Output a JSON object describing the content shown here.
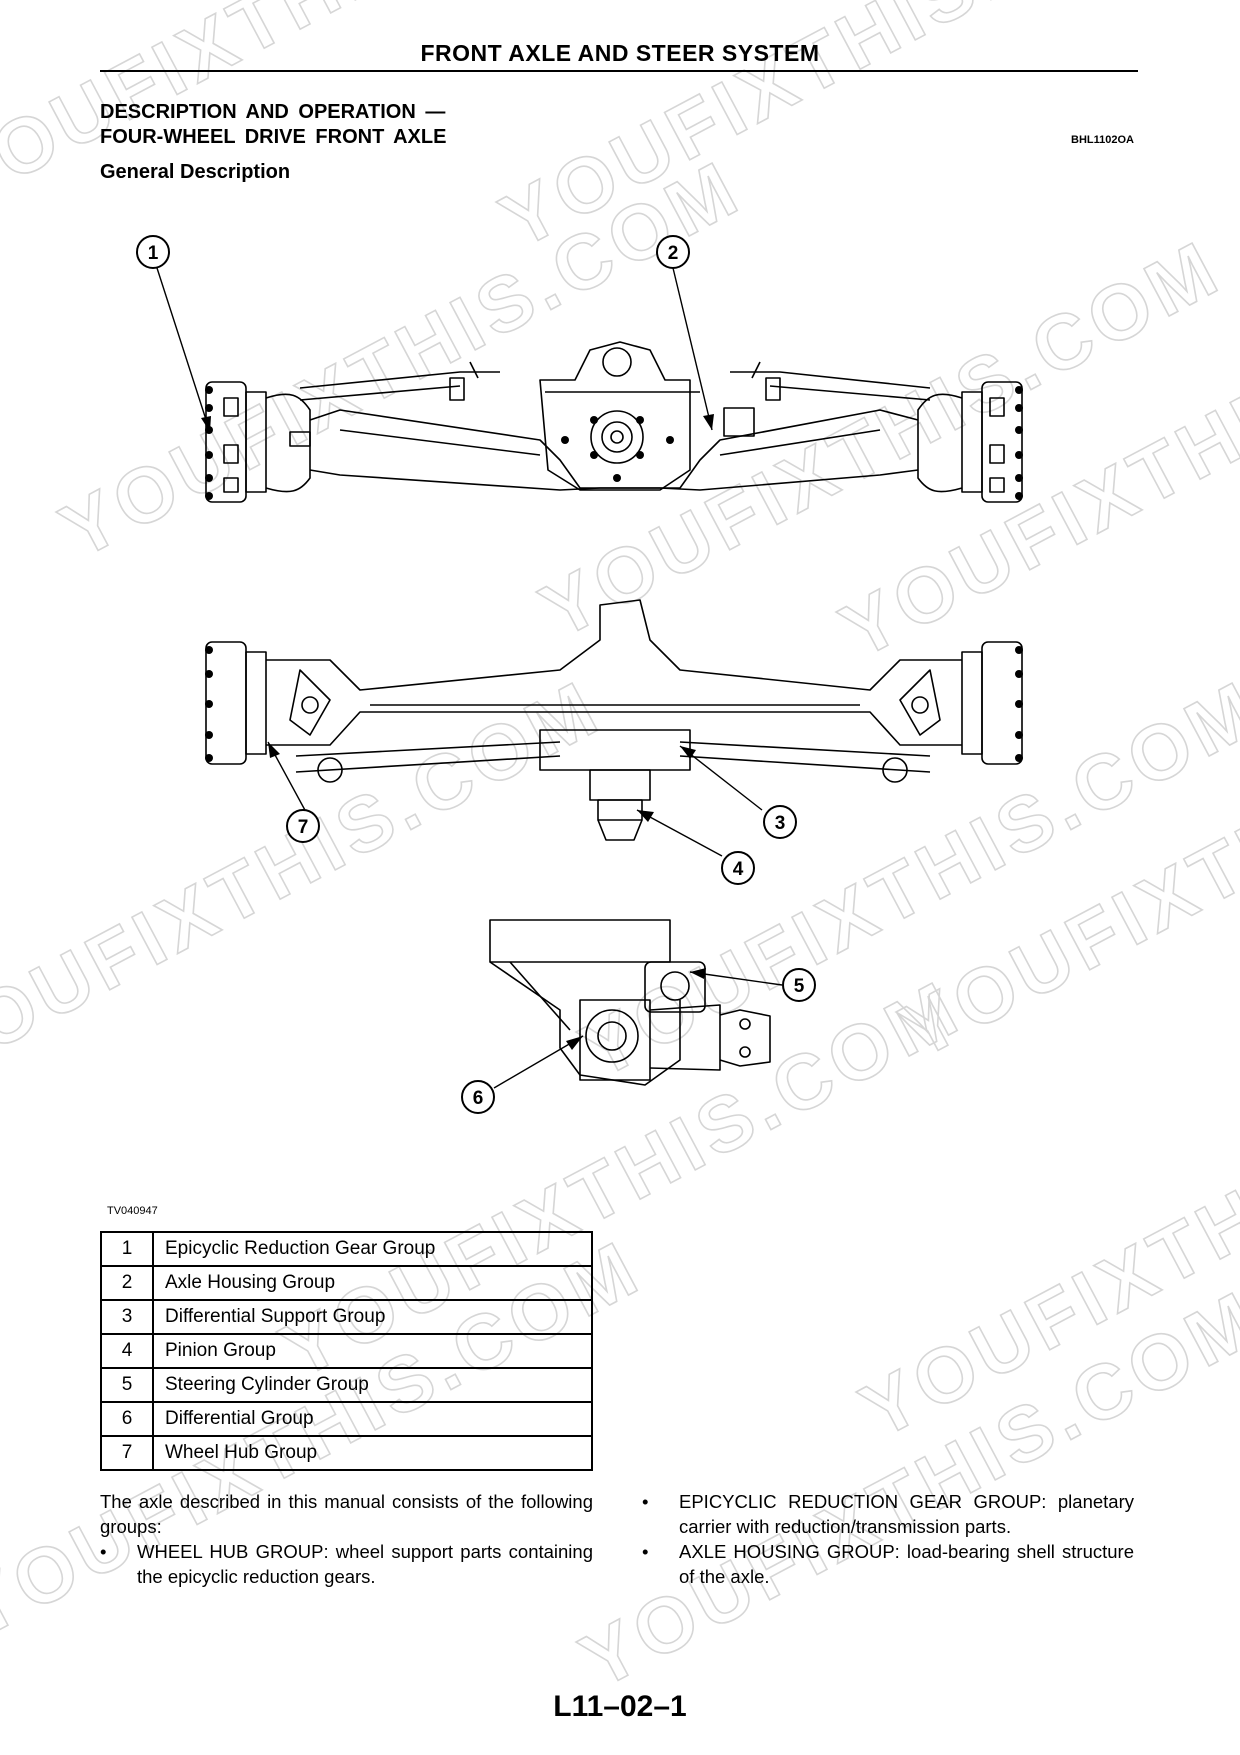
{
  "header": {
    "title": "FRONT AXLE AND STEER SYSTEM"
  },
  "section": {
    "heading_line1": "DESCRIPTION AND OPERATION —",
    "heading_line2": "FOUR-WHEEL DRIVE FRONT AXLE",
    "code": "BHL1102OA",
    "subheading": "General Description"
  },
  "figure": {
    "code": "TV040947",
    "callouts": [
      "1",
      "2",
      "3",
      "4",
      "5",
      "6",
      "7"
    ]
  },
  "legend": [
    {
      "num": "1",
      "label": "Epicyclic Reduction Gear Group"
    },
    {
      "num": "2",
      "label": "Axle Housing Group"
    },
    {
      "num": "3",
      "label": "Differential Support Group"
    },
    {
      "num": "4",
      "label": "Pinion Group"
    },
    {
      "num": "5",
      "label": "Steering Cylinder Group"
    },
    {
      "num": "6",
      "label": "Differential Group"
    },
    {
      "num": "7",
      "label": "Wheel Hub Group"
    }
  ],
  "body": {
    "intro": "The axle described in this manual consists of the following groups:",
    "bullet_char": "•",
    "left_bullets": [
      "WHEEL HUB GROUP: wheel support parts containing the epicyclic reduction gears."
    ],
    "right_bullets": [
      "EPICYCLIC REDUCTION GEAR GROUP: planetary carrier with reduction/transmission parts.",
      "AXLE HOUSING GROUP: load-bearing shell structure of the axle."
    ]
  },
  "footer": {
    "page_number": "L11–02–1"
  },
  "watermark": {
    "text": "YOUFIXTHIS.COM",
    "color": "#d6d6d6"
  }
}
